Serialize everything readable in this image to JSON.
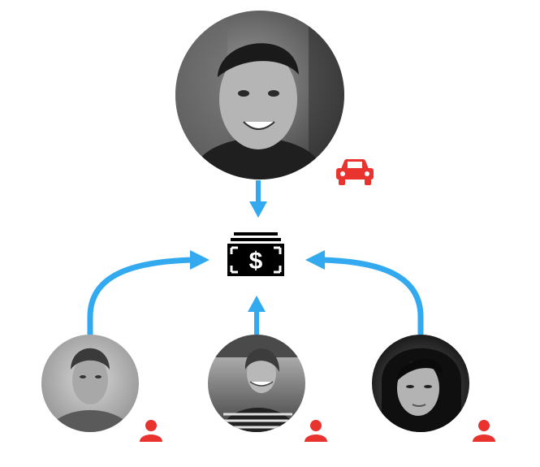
{
  "diagram": {
    "nodes": {
      "driver": {
        "role": "driver",
        "avatar": "driver-avatar",
        "badge_icon": "car-icon"
      },
      "money": {
        "icon": "money-stack-icon",
        "symbol": "$"
      },
      "passengers": [
        {
          "avatar": "passenger-avatar-man",
          "badge_icon": "person-icon"
        },
        {
          "avatar": "passenger-avatar-woman-stripes",
          "badge_icon": "person-icon"
        },
        {
          "avatar": "passenger-avatar-woman-dark-hair",
          "badge_icon": "person-icon"
        }
      ]
    },
    "edges": [
      {
        "from": "driver",
        "to": "money"
      },
      {
        "from": "passenger-1",
        "to": "money"
      },
      {
        "from": "passenger-2",
        "to": "money"
      },
      {
        "from": "passenger-3",
        "to": "money"
      }
    ],
    "colors": {
      "arrow": "#33aaf0",
      "badge": "#e8332f",
      "money": "#000000"
    }
  }
}
